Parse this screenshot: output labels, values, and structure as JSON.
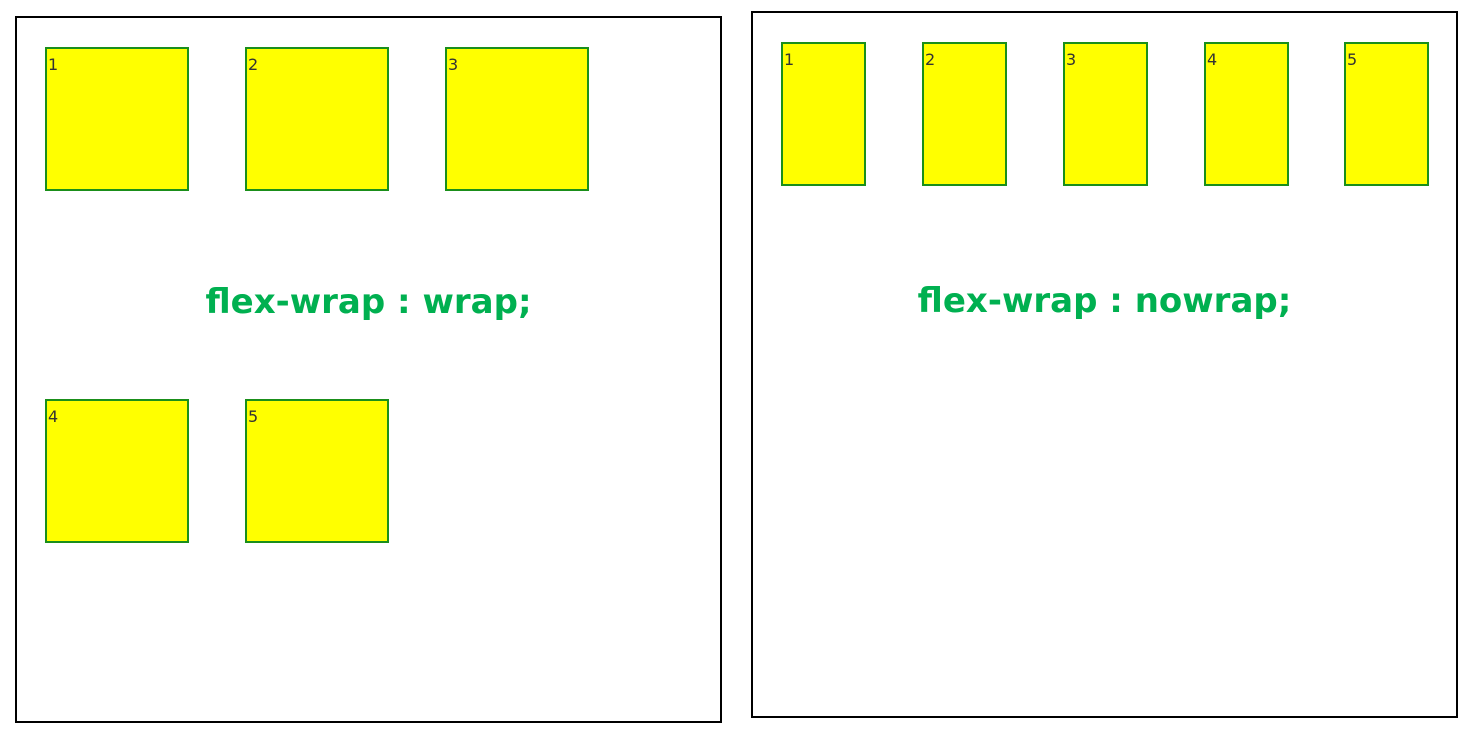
{
  "colors": {
    "item_fill": "#ffff00",
    "item_border": "#1a8f1a",
    "caption": "#00b050",
    "panel_border": "#000000"
  },
  "wrap_panel": {
    "caption": "flex-wrap : wrap;",
    "items": [
      "1",
      "2",
      "3",
      "4",
      "5"
    ]
  },
  "nowrap_panel": {
    "caption": "flex-wrap : nowrap;",
    "items": [
      "1",
      "2",
      "3",
      "4",
      "5"
    ]
  }
}
